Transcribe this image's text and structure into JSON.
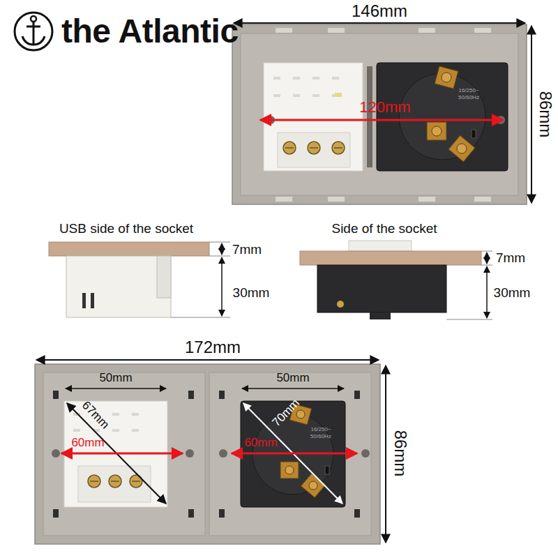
{
  "diagram": {
    "title": "the Atlantic",
    "labels": [
      "146mm",
      "86mm",
      "120mm",
      "16/250~",
      "50/60Hz",
      "USB side of the socket",
      "7mm",
      "30mm",
      "Side of the socket",
      "7mm",
      "30mm",
      "172mm",
      "86mm",
      "50mm",
      "67mm",
      "60mm",
      "50mm",
      "70mm",
      "60mm",
      "16/250~",
      "50/60Hz"
    ]
  }
}
